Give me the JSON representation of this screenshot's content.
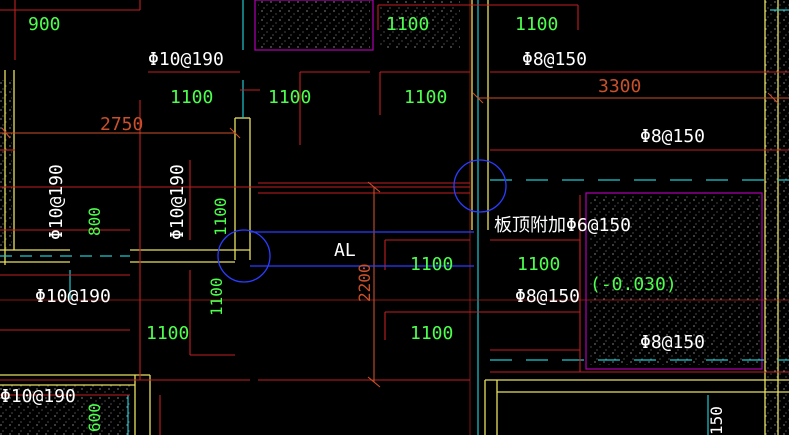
{
  "palette": {
    "background": "#000000",
    "beam_red": "#c02020",
    "dim_orange": "#c8502a",
    "wall_yellow": "#e8e060",
    "cyan": "#20c8d0",
    "blue": "#2a3cff",
    "green_text": "#4cff4c",
    "white_text": "#ffffff",
    "magenta": "#b000b0"
  },
  "labels": {
    "l900": "900",
    "phi10_190_a": "Φ10@190",
    "phi10_190_b": "Φ10@190",
    "phi10_190_c": "Φ10@190",
    "phi10_190_vert_a": "Φ10@190",
    "phi10_190_vert_b": "Φ10@190",
    "phi8_150_a": "Φ8@150",
    "phi8_150_b": "Φ8@150",
    "phi8_150_c": "Φ8@150",
    "phi8_150_d": "Φ8@150",
    "extra_bar": "板顶附加Φ6@150",
    "al": "AL",
    "elev": "(-0.030)",
    "g1100_1": "1100",
    "g1100_2": "1100",
    "g1100_3": "1100",
    "g1100_4": "1100",
    "g1100_5": "1100",
    "g1100_6": "1100",
    "g1100_7": "1100",
    "g1100_8": "1100",
    "g1100_9": "1100",
    "g1100_vert_a": "1100",
    "g1100_vert_b": "1100",
    "g800": "800",
    "g600": "600",
    "d3300": "3300",
    "d2750": "2750",
    "d2200": "2200",
    "d150": "150"
  }
}
